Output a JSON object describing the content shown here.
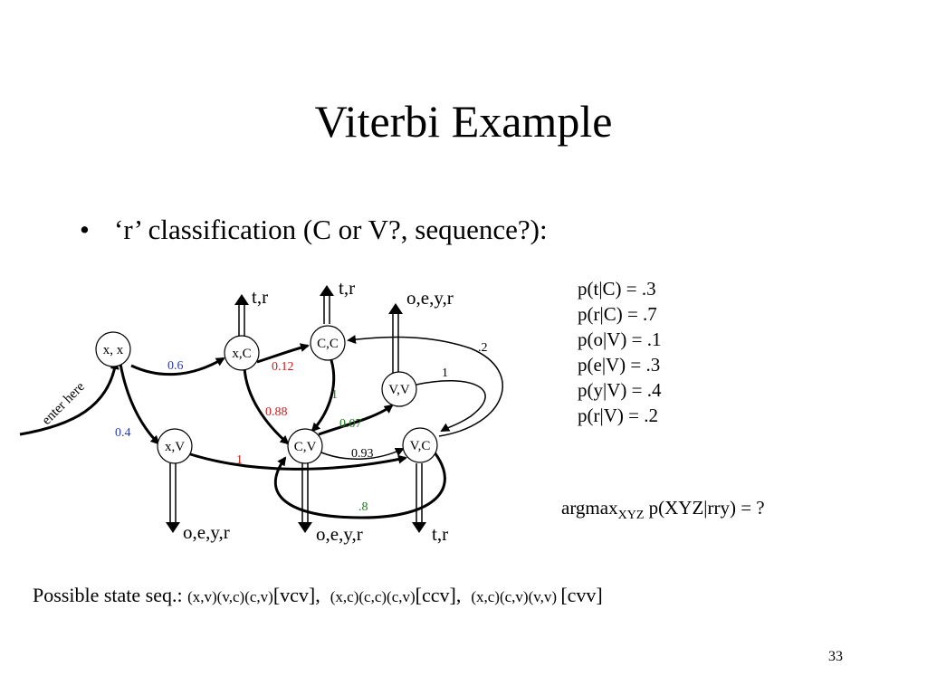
{
  "slide": {
    "title": "Viterbi Example",
    "bullet": {
      "symbol": "•",
      "text": "‘r’ classification (C or V?, sequence?):"
    },
    "page_number": "33"
  },
  "diagram": {
    "states": {
      "xx": "x, x",
      "xC": "x,C",
      "xV": "x,V",
      "CC": "C,C",
      "CV": "C,V",
      "VV": "V,V",
      "VC": "V,C"
    },
    "entry_label": "enter here",
    "emissions": {
      "xC": "t,r",
      "CC": "t,r",
      "VV": "o,e,y,r",
      "xV": "o,e,y,r",
      "CV": "o,e,y,r",
      "VC": "t,r"
    },
    "transitions": {
      "xx_to_xC": "0.6",
      "xx_to_xV": "0.4",
      "xC_to_CC": "0.12",
      "xC_to_CV": "0.88",
      "CC_to_CV": "1",
      "CV_to_VV": "0.07",
      "CV_to_VC": "0.93",
      "xV_to_VC": "1",
      "VC_to_CV": ".8",
      "VC_to_CC": ".2",
      "VV_to_VC": "1"
    },
    "colors": {
      "blue": "#2b3bab",
      "red": "#d11a1a",
      "green": "#1a7a1a",
      "black": "#000000"
    }
  },
  "emission_probs": [
    "p(t|C) = .3",
    "p(r|C) = .7",
    "p(o|V) = .1",
    "p(e|V) = .3",
    "p(y|V) = .4",
    "p(r|V) = .2"
  ],
  "argmax": {
    "prefix": "argmax",
    "subscript": "XYZ",
    "suffix": " p(XYZ|rry) = ?"
  },
  "footer": {
    "lead": "Possible state seq.: ",
    "seq1_small": "(x,v)(v,c)(c,v)",
    "seq1_big": "[vcv],",
    "seq2_small": "(x,c)(c,c)(c,v)",
    "seq2_big": "[ccv],",
    "seq3_small": "(x,c)(c,v)(v,v) ",
    "seq3_big": "[cvv]"
  }
}
